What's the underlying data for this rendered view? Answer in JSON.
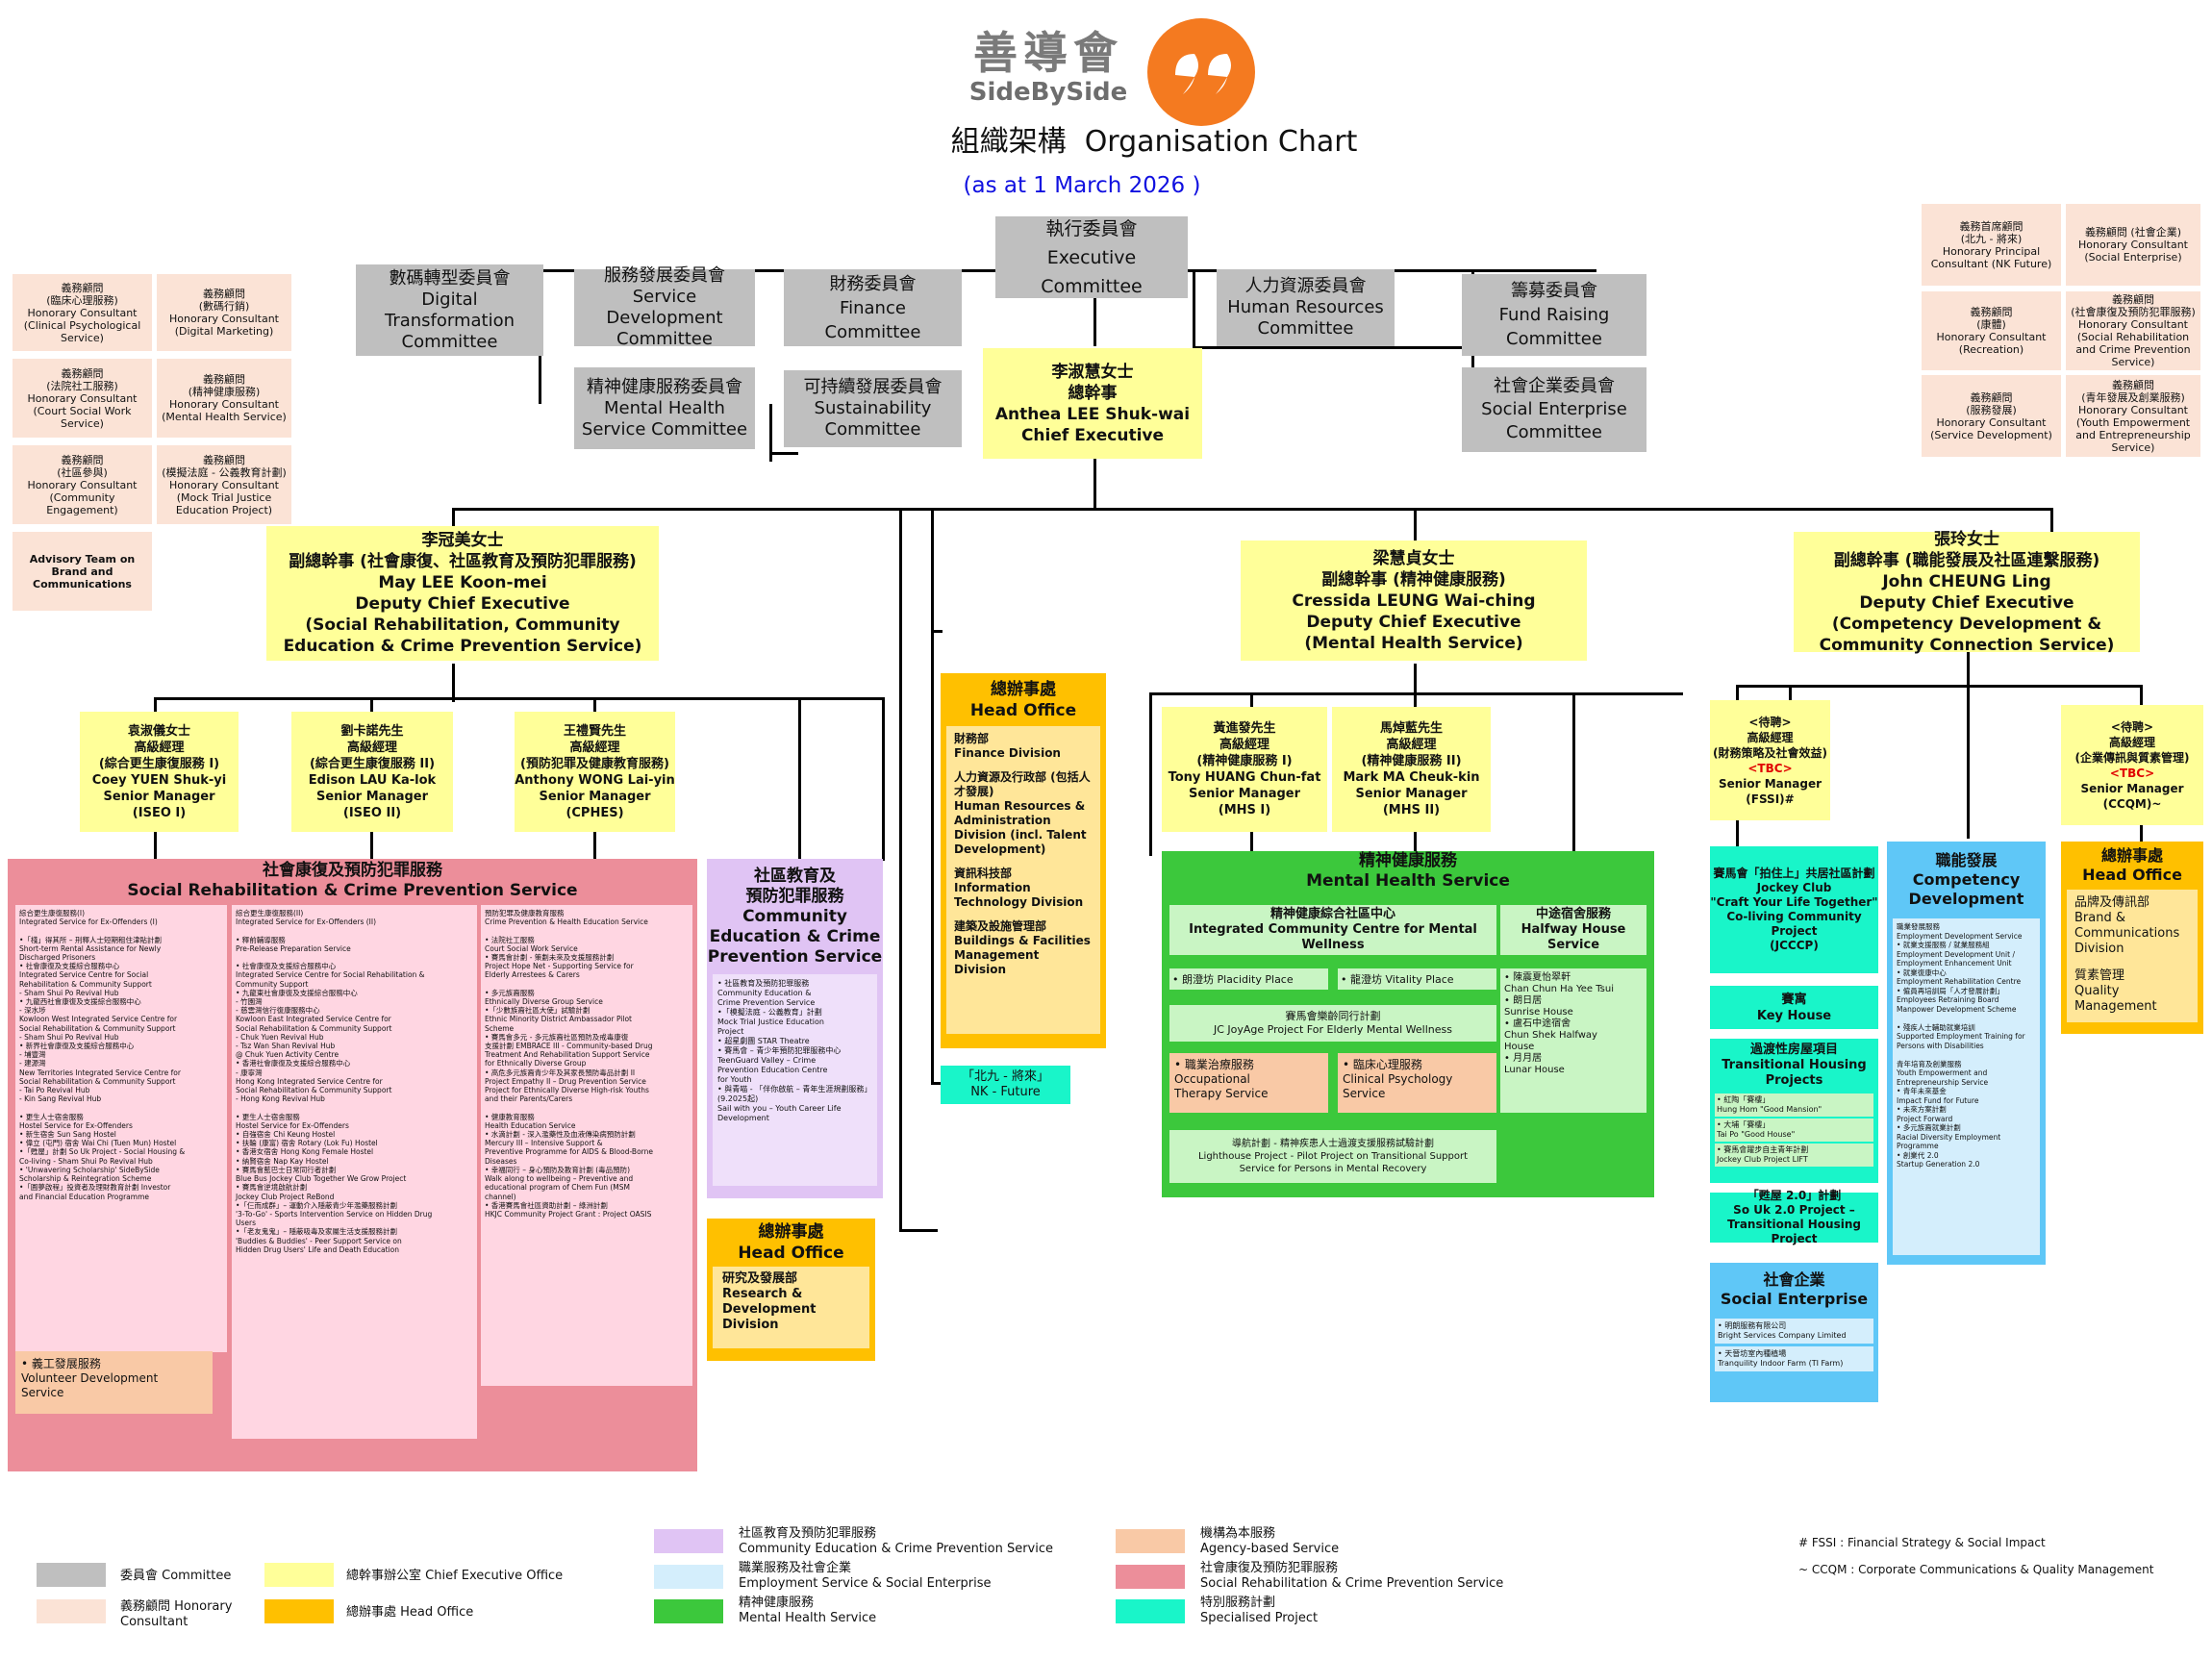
{
  "header": {
    "logo_cn": "善導會",
    "logo_en": "SideBySide",
    "title": "組織架構  Organisation Chart",
    "date": "(as at 1 March 2026 )"
  },
  "colors": {
    "committee": "#bfbfbf",
    "honorary": "#fbe3d6",
    "ceo": "#ffff99",
    "head_office": "#ffc000",
    "community_edu": "#e0c4f4",
    "employment": "#d4eefc",
    "mental": "#3cc83c",
    "agency": "#f9c9a6",
    "rehab": "#ec8e9a",
    "special": "#19f5c9",
    "logo": "#f47a20"
  },
  "committees": {
    "executive": "執行委員會\nExecutive Committee",
    "digital": "數碼轉型委員會\nDigital\nTransformation\nCommittee",
    "service_dev": "服務發展委員會\nService Development\nCommittee",
    "finance": "財務委員會\nFinance\nCommittee",
    "hr": "人力資源委員會\nHuman Resources\nCommittee",
    "fund": "籌募委員會\nFund Raising\nCommittee",
    "mental": "精神健康服務委員會\nMental Health\nService Committee",
    "sustain": "可持續發展委員會\nSustainability\nCommittee",
    "social_ent": "社會企業委員會\nSocial Enterprise\nCommittee"
  },
  "ceo": "李淑慧女士\n總幹事\nAnthea LEE Shuk-wai\nChief Executive",
  "honorary_left": [
    "義務顧問\n(臨床心理服務)\nHonorary Consultant\n(Clinical Psychological\nService)",
    "義務顧問\n(數碼行銷)\nHonorary Consultant\n(Digital Marketing)",
    "義務顧問\n(法院社工服務)\nHonorary Consultant\n(Court Social Work\nService)",
    "義務顧問\n(精神健康服務)\nHonorary Consultant\n(Mental Health Service)",
    "義務顧問\n(社區參與)\nHonorary Consultant\n(Community\nEngagement)",
    "義務顧問\n(模擬法庭 - 公義教育計劃)\nHonorary Consultant\n(Mock Trial Justice\nEducation Project)",
    "Advisory Team on\nBrand and\nCommunications"
  ],
  "honorary_right": [
    "義務首席顧問\n(北九 - 將來)\nHonorary Principal\nConsultant (NK Future)",
    "義務顧問 (社會企業)\nHonorary Consultant\n(Social Enterprise)",
    "義務顧問\n(康體)\nHonorary Consultant\n(Recreation)",
    "義務顧問\n(社會康復及預防犯罪服務)\nHonorary Consultant\n(Social Rehabilitation\nand Crime Prevention\nService)",
    "義務顧問\n(服務發展)\nHonorary Consultant\n(Service Development)",
    "義務顧問\n(青年發展及創業服務)\nHonorary Consultant\n(Youth Empowerment\nand Entrepreneurship\nService)"
  ],
  "deputies": {
    "may": "李冠美女士\n副總幹事 (社會康復、社區教育及預防犯罪服務)\nMay LEE Koon-mei\nDeputy Chief Executive\n(Social Rehabilitation, Community\nEducation & Crime Prevention Service)",
    "cressida": "梁慧貞女士\n副總幹事 (精神健康服務)\nCressida LEUNG Wai-ching\nDeputy Chief Executive\n(Mental Health Service)",
    "john": "張玲女士\n副總幹事 (職能發展及社區連繫服務)\nJohn CHEUNG Ling\nDeputy Chief Executive\n(Competency Development &\nCommunity Connection Service)"
  },
  "managers": {
    "coey": "袁淑儀女士\n高級經理\n(綜合更生康復服務 I)\nCoey YUEN Shuk-yi\nSenior Manager\n(ISEO I)",
    "edison": "劉卡諾先生\n高級經理\n(綜合更生康復服務 II)\nEdison LAU Ka-lok\nSenior Manager\n(ISEO II)",
    "anthony": "王禮賢先生\n高級經理\n(預防犯罪及健康教育服務)\nAnthony WONG Lai-yin\nSenior Manager\n(CPHES)",
    "tony": "黃進發先生\n高級經理\n(精神健康服務 I)\nTony HUANG Chun-fat\nSenior Manager\n(MHS I)",
    "mark": "馬焯藍先生\n高級經理\n(精神健康服務 II)\nMark MA Cheuk-kin\nSenior Manager\n(MHS II)",
    "fssi_cn": "<待聘>\n高級經理\n(財務策略及社會效益)",
    "fssi_tbc": "<TBC>",
    "fssi_en": "Senior Manager\n(FSSI)#",
    "ccqm_cn": "<待聘>\n高級經理\n(企業傳訊與質素管理)",
    "ccqm_tbc": "<TBC>",
    "ccqm_en": "Senior Manager\n(CCQM)~"
  },
  "head_office_1": {
    "title": "總辦事處\nHead Office",
    "items": [
      "財務部\nFinance Division",
      "人力資源及行政部 (包括人才發展)\nHuman Resources &\nAdministration\nDivision (incl. Talent\nDevelopment)",
      "資訊科技部\nInformation\nTechnology Division",
      "建築及設施管理部\nBuildings & Facilities\nManagement\nDivision"
    ]
  },
  "nk_future": "「北九 - 將來」\nNK - Future",
  "head_office_2": {
    "title": "總辦事處\nHead Office",
    "item": "研究及發展部\nResearch &\nDevelopment\nDivision"
  },
  "head_office_3": {
    "title": "總辦事處\nHead Office",
    "items": [
      "品牌及傳訊部\nBrand &\nCommunications\nDivision",
      "質素管理\nQuality\nManagement"
    ]
  },
  "rehab": {
    "title": "社會康復及預防犯罪服務\nSocial Rehabilitation & Crime Prevention Service",
    "col1": "綜合更生康復服務(I)\nIntegrated Service for Ex-Offenders (I)\n\n•「棧」得其所 – 刑釋人士短期租住津貼計劃\n  Short-term Rental Assistance for Newly\n  Discharged Prisoners\n• 社會康復及支援綜合服務中心\n  Integrated Service Centre for Social\n  Rehabilitation & Community Support\n  - Sham Shui Po Revival Hub\n• 九龍西社會康復及支援綜合服務中心\n  - 深水埗\n  Kowloon West Integrated Service Centre for\n  Social Rehabilitation & Community Support\n  - Sham Shui Po Revival Hub\n• 新界社會康復及支援綜合服務中心\n  - 埔豐灣\n  - 建源灣\n  New Territories Integrated Service Centre for\n  Social Rehabilitation & Community Support\n  - Tai Po Revival Hub\n  - Kin Sang Revival Hub\n\n• 更生人士宿舍服務\n  Hostel Service for Ex-Offenders\n  • 新生宿舍 Sun Sang Hostel\n  • 偉立 (屯門) 宿舍 Wai Chi (Tuen Mun) Hostel\n•「甦屋」計劃 So Uk Project - Social Housing &\n  Co-living - Sham Shui Po Revival Hub\n• 'Unwavering Scholarship' SideBySide\n  Scholarship & Reintegration Scheme\n•「圓夢啟程」投資者及理財教育計劃 Investor\n  and Financial Education Programme",
    "col2": "綜合更生康復服務(II)\nIntegrated Service for Ex-Offenders (II)\n\n• 釋前輔導服務\n  Pre-Release Preparation Service\n\n• 社會康復及支援綜合服務中心\n  Integrated Service Centre for Social Rehabilitation &\n  Community Support\n• 九龍東社會康復及支援綜合服務中心\n  - 竹園灣\n  - 慈雲灣信行復康服務中心\n  Kowloon East Integrated Service Centre for\n  Social Rehabilitation & Community Support\n  - Chuk Yuen Revival Hub\n  - Tsz Wan Shan Revival Hub\n   @ Chuk Yuen Activity Centre\n• 香港社會康復及支援綜合服務中心\n  - 康寧灣\n  Hong Kong Integrated Service Centre for\n  Social Rehabilitation & Community Support\n  - Hong Kong Revival Hub\n\n• 更生人士宿舍服務\n  Hostel Service for Ex-Offenders\n  • 自強宿舍 Chi Keung Hostel\n  • 扶輪 (康富) 宿舍 Rotary (Lok Fu) Hostel\n  • 香港女宿舍 Hong Kong Female Hostel\n  • 納賢宿舍 Nap Kay Hostel\n• 賽馬會藍巴士日常同行者計劃\n  Blue Bus Jockey Club Together We Grow Project\n• 賽馬會逆境啟航計劃\n  Jockey Club Project ReBond\n•「仨而成群」– 運動介入隱蔽青少年濫藥服務計劃\n  '3-To-Go' - Sports Intervention Service on Hidden Drug\n  Users\n•「老友鬼鬼」– 隱蔽吸毒及家屬生活支援服務計劃\n  'Buddies & Buddies' - Peer Support Service on\n  Hidden Drug Users' Life and Death Education",
    "col3": "預防犯罪及健康教育服務\nCrime Prevention & Health Education Service\n\n• 法院社工服務\n  Court Social Work Service\n  • 賽馬會計劃 - 策劃未來及支援服務計劃\n    Project Hope Net - Supporting Service for\n    Elderly Arrestees & Carers\n\n• 多元族裔服務\n  Ethnically Diverse Group Service\n  •「少數族裔社區大使」試驗計劃\n    Ethnic Minority District Ambassador Pilot\n    Scheme\n  • 賽馬會多元 - 多元族裔社區預防及戒毒康復\n    支援計劃 EMBRACE III - Community-based Drug\n    Treatment And Rehabilitation Support Service\n    for Ethnically Diverse Group\n  • 高危多元族裔青少年及其家長預防毒品計劃 II\n    Project Empathy II – Drug Prevention Service\n    Project for Ethnically Diverse High-risk Youths\n    and their Parents/Carers\n\n• 健康教育服務\n  Health Education Service\n  • 水滴計劃 - 深入濫藥性及血液傳染病預防計劃\n    Mercury III – Intensive Support &\n    Preventive Programme for AIDS & Blood-Borne\n    Diseases\n  • 幸福同行 – 身心預防及教育計劃 (毒品預防)\n    Walk along to wellbeing – Preventive and\n    educational program of Chem Fun (MSM\n    channel)\n• 香港賽馬會社區資助計劃 – 綠洲計劃\n  HKJC Community Project Grant : Project OASIS",
    "volunteer": "• 義工發展服務\n  Volunteer Development\n  Service"
  },
  "community_edu": {
    "title": "社區教育及\n預防犯罪服務\nCommunity\nEducation & Crime\nPrevention Service",
    "body": "• 社區教育及預防犯罪服務\n  Community Education &\n  Crime Prevention Service\n•「模擬法庭 - 公義教育」計劃\n  Mock Trial Justice Education\n  Project\n• 超星劇團 STAR Theatre\n• 賽馬會 – 青少年預防犯罪服務中心\n  TeenGuard Valley – Crime\n  Prevention Education Centre\n  for Youth\n• 與青喵 - 「伴你啟航 – 青年生涯規劃服務」(9.2025起)\n  Sail with you – Youth Career Life\n  Development"
  },
  "mental": {
    "title": "精神健康服務\nMental Health Service",
    "icc_title": "精神健康綜合社區中心\nIntegrated Community Centre for Mental\nWellness",
    "halfway_title": "中途宿舍服務\nHalfway House\nService",
    "placidity": "• 朗澄坊 Placidity Place",
    "vitality": "• 龍澄坊 Vitality Place",
    "joyage": "賽馬會樂齡同行計劃\nJC JoyAge Project For Elderly Mental Wellness",
    "ot": "• 職業治療服務\n  Occupational\n  Therapy Service",
    "cp": "• 臨床心理服務\n  Clinical Psychology\n  Service",
    "halfway_list": "• 陳震夏怡翠軒\n  Chan Chun Ha Yee Tsui\n• 朗日居\n  Sunrise House\n• 盧石中途宿舍\n  Chun Shek Halfway\n  House\n• 月月居\n  Lunar House",
    "lighthouse": "導航計劃 - 精神疾患人士過渡支援服務試驗計劃\nLighthouse Project - Pilot Project on Transitional Support\nService for Persons in Mental Recovery"
  },
  "jcccp": "賽馬會「拍住上」共居社區計劃\nJockey Club\n\"Craft Your Life Together\"\nCo-living Community\nProject\n(JCCCP)",
  "key_house": "賽寓\nKey House",
  "transitional": {
    "title": "過渡性房屋項目\nTransitional Housing\nProjects",
    "items": [
      "• 紅陶「賽樓」\n  Hung Hom \"Good Mansion\"",
      "• 大埔「賽樓」\n  Tai Po \"Good House\"",
      "• 賽馬會躍步自主青年計劃\n  Jockey Club Project LIFT"
    ]
  },
  "so_uk": "「甦屋 2.0」計劃\nSo Uk 2.0 Project –\nTransitional Housing Project",
  "social_ent": {
    "title": "社會企業\nSocial Enterprise",
    "items": [
      "• 明朗服務有限公司\n  Bright Services Company Limited",
      "• 天晉坊室內種植場\n  Tranquility Indoor Farm (TI Farm)"
    ]
  },
  "competency": {
    "title": "職能發展\nCompetency\nDevelopment",
    "body": "職業發展服務\nEmployment Development Service\n• 就業支援服務 / 就業服務組\n  Employment Development Unit /\n  Employment Enhancement Unit\n• 就業復康中心\n  Employment Rehabilitation Centre\n• 僱員再培訓局「人才發展計劃」\n  Employees Retraining Board\n  Manpower Development Scheme\n\n• 殘疾人士輔助就業培訓\n  Supported Employment Training for\n  Persons with Disabilities\n\n青年培育及創業服務\nYouth Empowerment and\nEntrepreneurship Service\n• 青年未來基金\n  Impact Fund for Future\n• 未來方案計劃\n  Project Forward\n• 多元族裔就業計劃\n  Racial Diversity Employment\n  Programme\n• 創業代 2.0\n  Startup Generation 2.0"
  },
  "legend": [
    {
      "cn": "委員會",
      "en": "Committee",
      "color": "#bfbfbf"
    },
    {
      "cn": "義務顧問",
      "en": "Honorary\nConsultant",
      "color": "#fbe3d6"
    },
    {
      "cn": "總幹事辦公室",
      "en": "Chief Executive Office",
      "color": "#ffff99"
    },
    {
      "cn": "總辦事處",
      "en": "Head Office",
      "color": "#ffc000"
    },
    {
      "cn": "社區教育及預防犯罪服務",
      "en": "Community Education & Crime Prevention Service",
      "color": "#e0c4f4"
    },
    {
      "cn": "職業服務及社會企業",
      "en": "Employment Service & Social Enterprise",
      "color": "#d4eefc"
    },
    {
      "cn": "精神健康服務",
      "en": "Mental Health Service",
      "color": "#3cc83c"
    },
    {
      "cn": "機構為本服務",
      "en": "Agency-based Service",
      "color": "#f9c9a6"
    },
    {
      "cn": "社會康復及預防犯罪服務",
      "en": "Social Rehabilitation & Crime Prevention Service",
      "color": "#ec8e9a"
    },
    {
      "cn": "特別服務計劃",
      "en": "Specialised Project",
      "color": "#19f5c9"
    }
  ],
  "notes": [
    "# FSSI : Financial Strategy & Social Impact",
    "~ CCQM : Corporate Communications & Quality Management"
  ]
}
